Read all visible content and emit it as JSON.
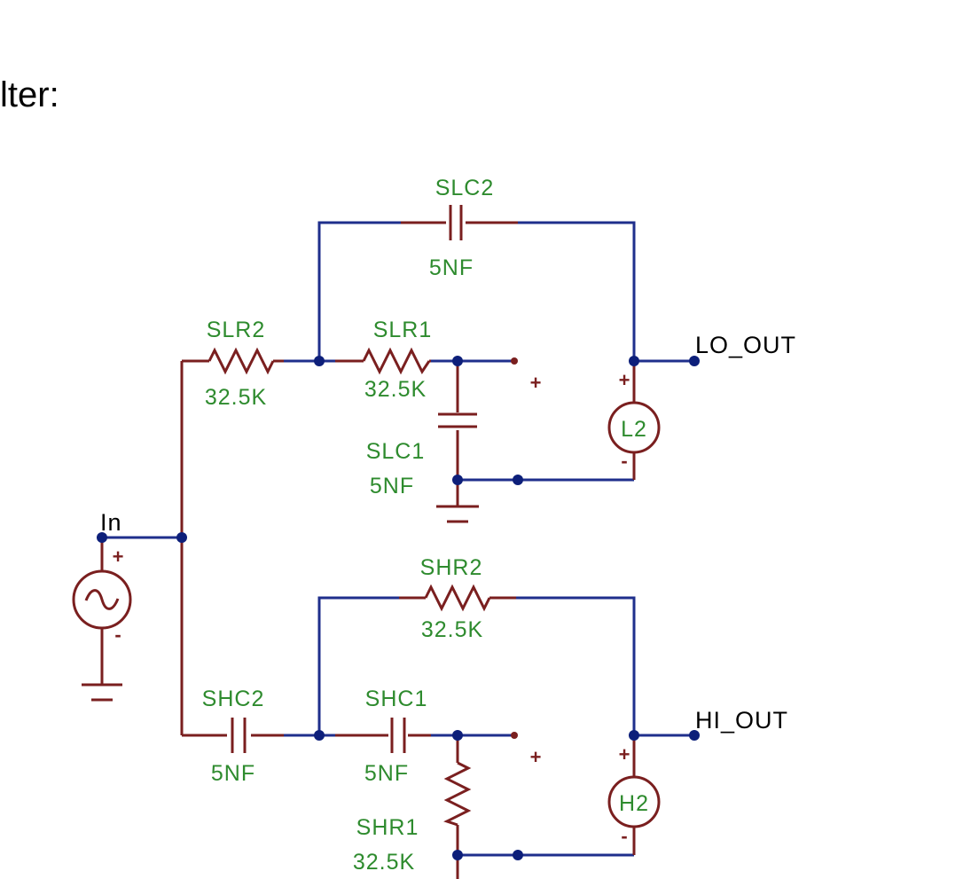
{
  "heading": "lter:",
  "colors": {
    "wire": "#1f2f8c",
    "component": "#7a1f1f",
    "label": "#2e8b2e",
    "node": "#0d1f7a"
  },
  "components": {
    "slc2": {
      "name": "SLC2",
      "value": "5NF"
    },
    "slr2": {
      "name": "SLR2",
      "value": "32.5K"
    },
    "slr1": {
      "name": "SLR1",
      "value": "32.5K"
    },
    "slc1": {
      "name": "SLC1",
      "value": "5NF"
    },
    "shr2": {
      "name": "SHR2",
      "value": "32.5K"
    },
    "shc2": {
      "name": "SHC2",
      "value": "5NF"
    },
    "shc1": {
      "name": "SHC1",
      "value": "5NF"
    },
    "shr1": {
      "name": "SHR1",
      "value": "32.5K"
    },
    "l2": {
      "name": "L2"
    },
    "h2": {
      "name": "H2"
    }
  },
  "nets": {
    "input": "In",
    "lo_out": "LO_OUT",
    "hi_out": "HI_OUT"
  },
  "signs": {
    "plus": "+",
    "minus": "-"
  },
  "icons": {
    "source": "ac-source-icon",
    "ground": "ground-icon",
    "resistor": "resistor-icon",
    "capacitor": "capacitor-icon",
    "amplifier": "voltage-source-icon"
  }
}
